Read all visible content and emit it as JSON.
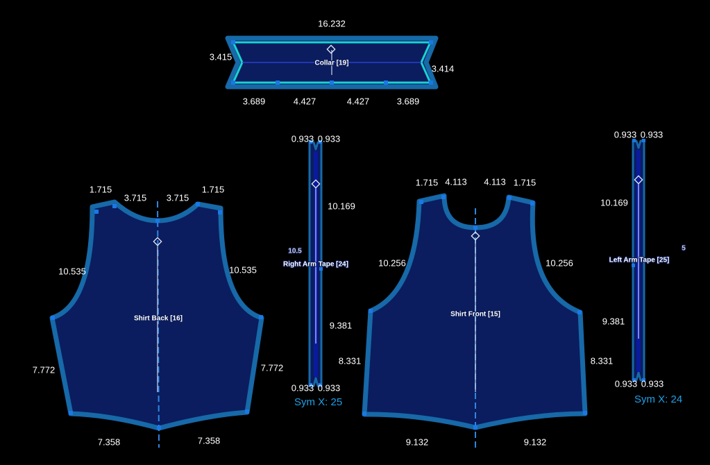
{
  "colors": {
    "background": "#000000",
    "piece_fill": "#0b1d5e",
    "piece_border": "#1769a8",
    "accent": "#1ea0e8",
    "collar_edge": "#19d3d3"
  },
  "pieces": {
    "collar": {
      "label": "Collar [19]",
      "measures": [
        "16.232",
        "3.415",
        "3.414",
        "3.689",
        "4.427",
        "4.427",
        "3.689"
      ]
    },
    "shirt_back": {
      "label": "Shirt Back [16]",
      "measures": [
        "1.715",
        "3.715",
        "3.715",
        "1.715",
        "10.535",
        "10.535",
        "7.772",
        "7.772",
        "7.358",
        "7.358"
      ]
    },
    "right_arm_tape": {
      "label": "Right Arm Tape [24]",
      "hidden_measure": "10.5",
      "measures": [
        "0.933",
        "0.933",
        "10.169",
        "9.381",
        "8.331",
        "0.933",
        "0.933"
      ],
      "sym": "Sym X: 25"
    },
    "shirt_front": {
      "label": "Shirt Front [15]",
      "measures": [
        "1.715",
        "4.113",
        "4.113",
        "1.715",
        "10.256",
        "10.256",
        "8.331",
        "9.132",
        "9.132"
      ]
    },
    "left_arm_tape": {
      "label": "Left Arm Tape [25]",
      "hidden_measure": "5",
      "measures": [
        "0.933",
        "0.933",
        "10.169",
        "9.381",
        "0.933",
        "0.933"
      ],
      "sym": "Sym X: 24"
    }
  }
}
